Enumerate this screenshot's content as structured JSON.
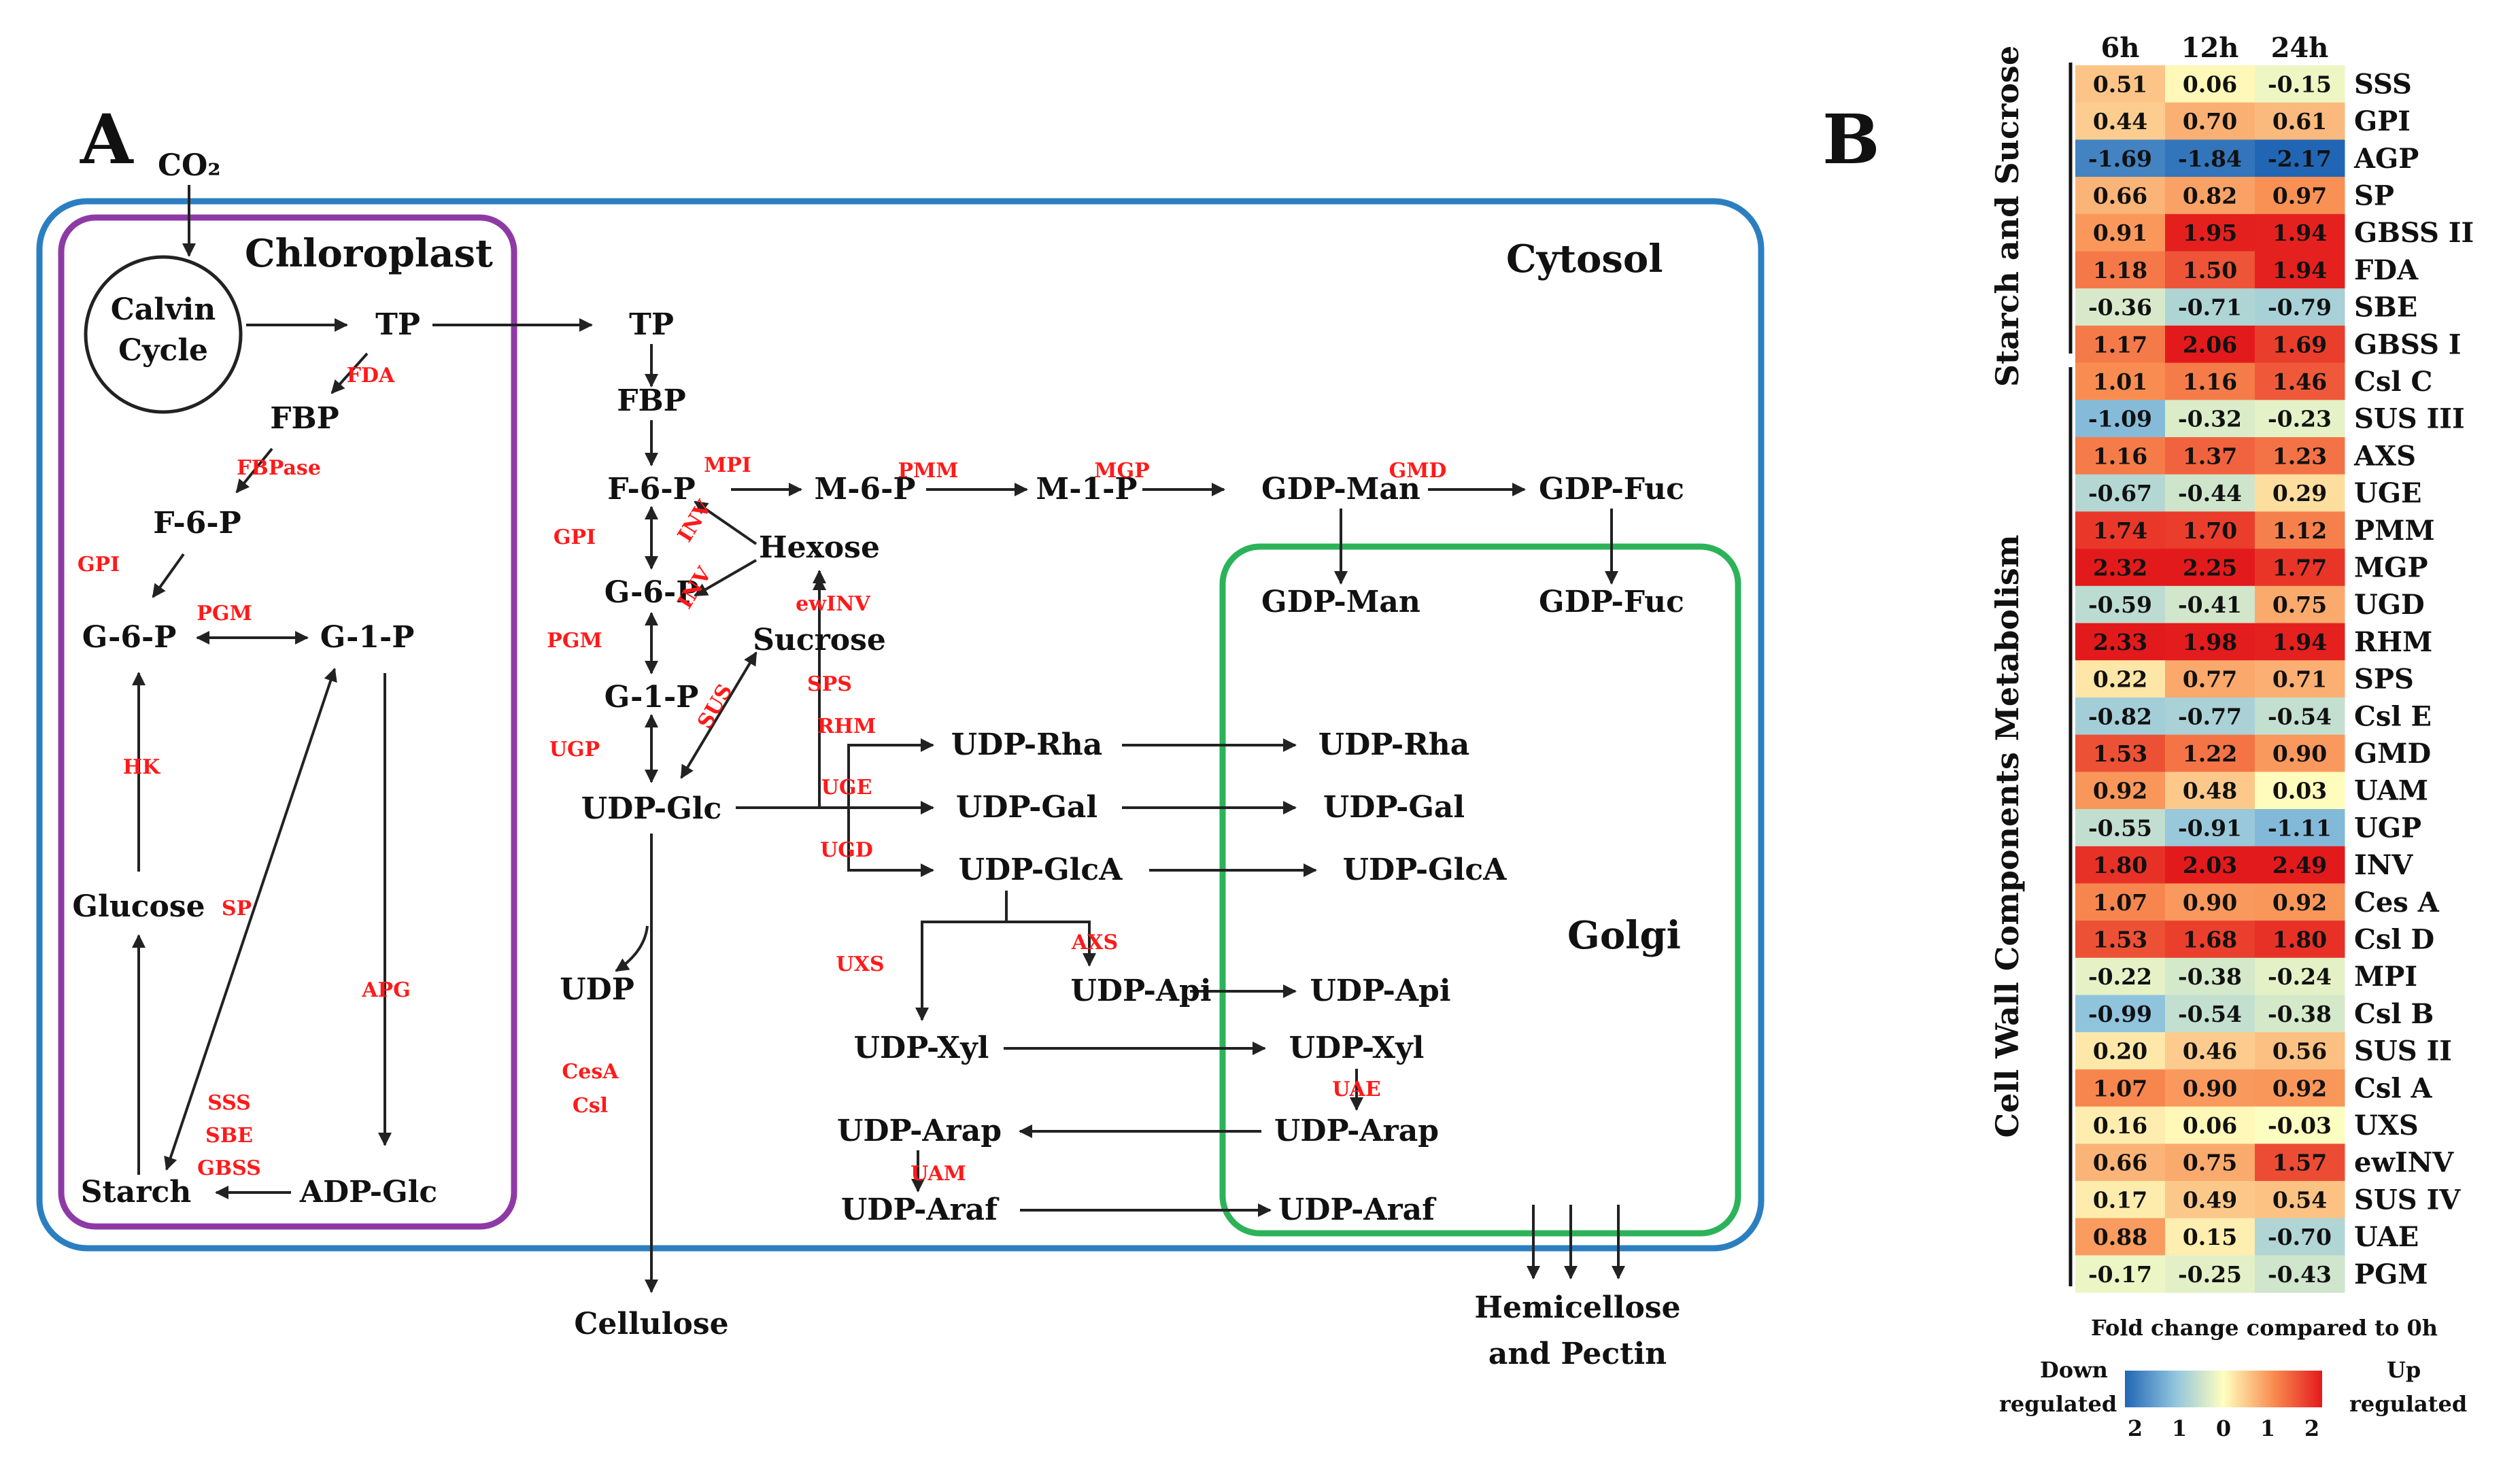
{
  "panel_a": {
    "label": "A",
    "co2": "CO₂",
    "regions": {
      "chloroplast": "Chloroplast",
      "cytosol": "Cytosol",
      "golgi": "Golgi"
    },
    "cycle": [
      "Calvin",
      "Cycle"
    ],
    "nodes": [
      {
        "id": "tp1",
        "label": "TP"
      },
      {
        "id": "tp2",
        "label": "TP"
      },
      {
        "id": "fbp1",
        "label": "FBP"
      },
      {
        "id": "fbp2",
        "label": "FBP"
      },
      {
        "id": "f6p1",
        "label": "F-6-P"
      },
      {
        "id": "f6p2",
        "label": "F-6-P"
      },
      {
        "id": "g6p1",
        "label": "G-6-P"
      },
      {
        "id": "g1p1",
        "label": "G-1-P"
      },
      {
        "id": "g6p2",
        "label": "G-6-P"
      },
      {
        "id": "g1p2",
        "label": "G-1-P"
      },
      {
        "id": "glucose",
        "label": "Glucose"
      },
      {
        "id": "starch",
        "label": "Starch"
      },
      {
        "id": "adpglc",
        "label": "ADP-Glc"
      },
      {
        "id": "m6p",
        "label": "M-6-P"
      },
      {
        "id": "m1p",
        "label": "M-1-P"
      },
      {
        "id": "gdpman1",
        "label": "GDP-Man"
      },
      {
        "id": "gdpfuc1",
        "label": "GDP-Fuc"
      },
      {
        "id": "gdpman2",
        "label": "GDP-Man"
      },
      {
        "id": "gdpfuc2",
        "label": "GDP-Fuc"
      },
      {
        "id": "hexose",
        "label": "Hexose"
      },
      {
        "id": "sucrose",
        "label": "Sucrose"
      },
      {
        "id": "udpglc",
        "label": "UDP-Glc"
      },
      {
        "id": "udprha1",
        "label": "UDP-Rha"
      },
      {
        "id": "udprha2",
        "label": "UDP-Rha"
      },
      {
        "id": "udpgal1",
        "label": "UDP-Gal"
      },
      {
        "id": "udpgal2",
        "label": "UDP-Gal"
      },
      {
        "id": "udpglca1",
        "label": "UDP-GlcA"
      },
      {
        "id": "udpglca2",
        "label": "UDP-GlcA"
      },
      {
        "id": "udpapi1",
        "label": "UDP-Api"
      },
      {
        "id": "udpapi2",
        "label": "UDP-Api"
      },
      {
        "id": "udpxyl1",
        "label": "UDP-Xyl"
      },
      {
        "id": "udpxyl2",
        "label": "UDP-Xyl"
      },
      {
        "id": "udparap1",
        "label": "UDP-Arap"
      },
      {
        "id": "udparap2",
        "label": "UDP-Arap"
      },
      {
        "id": "udparaf1",
        "label": "UDP-Araf"
      },
      {
        "id": "udparaf2",
        "label": "UDP-Araf"
      },
      {
        "id": "udp",
        "label": "UDP"
      },
      {
        "id": "cellulose",
        "label": "Cellulose"
      },
      {
        "id": "hemi1",
        "label": "Hemicellose"
      },
      {
        "id": "hemi2",
        "label": "and Pectin"
      }
    ],
    "enzymes": [
      {
        "id": "fda",
        "label": "FDA"
      },
      {
        "id": "fbpase",
        "label": "FBPase"
      },
      {
        "id": "gpi1",
        "label": "GPI"
      },
      {
        "id": "pgm1",
        "label": "PGM"
      },
      {
        "id": "hk",
        "label": "HK"
      },
      {
        "id": "sp",
        "label": "SP"
      },
      {
        "id": "apg",
        "label": "APG"
      },
      {
        "id": "sss",
        "label": "SSS"
      },
      {
        "id": "sbe",
        "label": "SBE"
      },
      {
        "id": "gbss",
        "label": "GBSS"
      },
      {
        "id": "mpi",
        "label": "MPI"
      },
      {
        "id": "pmm",
        "label": "PMM"
      },
      {
        "id": "mgp",
        "label": "MGP"
      },
      {
        "id": "gmd",
        "label": "GMD"
      },
      {
        "id": "gpi2",
        "label": "GPI"
      },
      {
        "id": "inv1",
        "label": "INV"
      },
      {
        "id": "inv2",
        "label": "INV"
      },
      {
        "id": "ewinv",
        "label": "ewINV"
      },
      {
        "id": "pgm2",
        "label": "PGM"
      },
      {
        "id": "sus",
        "label": "SUS"
      },
      {
        "id": "sps",
        "label": "SPS"
      },
      {
        "id": "ugp",
        "label": "UGP"
      },
      {
        "id": "rhm",
        "label": "RHM"
      },
      {
        "id": "uge",
        "label": "UGE"
      },
      {
        "id": "ugd",
        "label": "UGD"
      },
      {
        "id": "uxs",
        "label": "UXS"
      },
      {
        "id": "axs",
        "label": "AXS"
      },
      {
        "id": "uae",
        "label": "UAE"
      },
      {
        "id": "uam",
        "label": "UAM"
      },
      {
        "id": "cesa",
        "label": "CesA"
      },
      {
        "id": "csl",
        "label": "Csl"
      }
    ]
  },
  "panel_b": {
    "label": "B",
    "columns": [
      "6h",
      "12h",
      "24h"
    ],
    "groups": [
      "Starch and Sucrose",
      "Cell Wall Components Metabolism"
    ],
    "rows": [
      {
        "name": "SSS",
        "values": [
          0.51,
          0.06,
          -0.15
        ]
      },
      {
        "name": "GPI",
        "values": [
          0.44,
          0.7,
          0.61
        ]
      },
      {
        "name": "AGP",
        "values": [
          -1.69,
          -1.84,
          -2.17
        ]
      },
      {
        "name": "SP",
        "values": [
          0.66,
          0.82,
          0.97
        ]
      },
      {
        "name": "GBSS II",
        "values": [
          0.91,
          1.95,
          1.94
        ]
      },
      {
        "name": "FDA",
        "values": [
          1.18,
          1.5,
          1.94
        ]
      },
      {
        "name": "SBE",
        "values": [
          -0.36,
          -0.71,
          -0.79
        ]
      },
      {
        "name": "GBSS I",
        "values": [
          1.17,
          2.06,
          1.69
        ]
      },
      {
        "name": "Csl C",
        "values": [
          1.01,
          1.16,
          1.46
        ]
      },
      {
        "name": "SUS III",
        "values": [
          -1.09,
          -0.32,
          -0.23
        ]
      },
      {
        "name": "AXS",
        "values": [
          1.16,
          1.37,
          1.23
        ]
      },
      {
        "name": "UGE",
        "values": [
          -0.67,
          -0.44,
          0.29
        ]
      },
      {
        "name": "PMM",
        "values": [
          1.74,
          1.7,
          1.12
        ]
      },
      {
        "name": "MGP",
        "values": [
          2.32,
          2.25,
          1.77
        ]
      },
      {
        "name": "UGD",
        "values": [
          -0.59,
          -0.41,
          0.75
        ]
      },
      {
        "name": "RHM",
        "values": [
          2.33,
          1.98,
          1.94
        ]
      },
      {
        "name": "SPS",
        "values": [
          0.22,
          0.77,
          0.71
        ]
      },
      {
        "name": "Csl E",
        "values": [
          -0.82,
          -0.77,
          -0.54
        ]
      },
      {
        "name": "GMD",
        "values": [
          1.53,
          1.22,
          0.9
        ]
      },
      {
        "name": "UAM",
        "values": [
          0.92,
          0.48,
          0.03
        ]
      },
      {
        "name": "UGP",
        "values": [
          -0.55,
          -0.91,
          -1.11
        ]
      },
      {
        "name": "INV",
        "values": [
          1.8,
          2.03,
          2.49
        ]
      },
      {
        "name": "Ces A",
        "values": [
          1.07,
          0.9,
          0.92
        ]
      },
      {
        "name": "Csl D",
        "values": [
          1.53,
          1.68,
          1.8
        ]
      },
      {
        "name": "MPI",
        "values": [
          -0.22,
          -0.38,
          -0.24
        ]
      },
      {
        "name": "Csl B",
        "values": [
          -0.99,
          -0.54,
          -0.38
        ]
      },
      {
        "name": "SUS II",
        "values": [
          0.2,
          0.46,
          0.56
        ]
      },
      {
        "name": "Csl A",
        "values": [
          1.07,
          0.9,
          0.92
        ]
      },
      {
        "name": "UXS",
        "values": [
          0.16,
          0.06,
          -0.03
        ]
      },
      {
        "name": "ewINV",
        "values": [
          0.66,
          0.75,
          1.57
        ]
      },
      {
        "name": "SUS IV",
        "values": [
          0.17,
          0.49,
          0.54
        ]
      },
      {
        "name": "UAE",
        "values": [
          0.88,
          0.15,
          -0.7
        ]
      },
      {
        "name": "PGM",
        "values": [
          -0.17,
          -0.25,
          -0.43
        ]
      }
    ],
    "legend": {
      "title": "Fold change compared to 0h",
      "down": [
        "Down",
        "regulated"
      ],
      "up": [
        "Up",
        "regulated"
      ],
      "ticks": [
        "2",
        "1",
        "0",
        "1",
        "2"
      ],
      "colors": [
        "#2166b4",
        "#8fc3dd",
        "#ffffbf",
        "#f98e52",
        "#e31a1c"
      ]
    }
  }
}
